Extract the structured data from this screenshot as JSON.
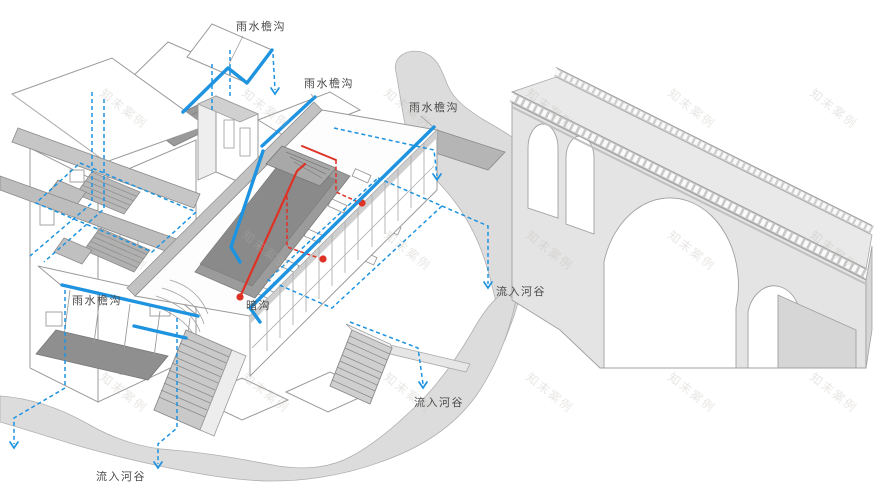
{
  "diagram": {
    "labels": {
      "gutter_top": "雨水檐沟",
      "gutter_upper": "雨水檐沟",
      "gutter_right": "雨水檐沟",
      "gutter_left": "雨水檐沟",
      "hidden_drain": "暗沟",
      "flow_valley_right": "流入河谷",
      "flow_valley_middle": "流入河谷",
      "flow_valley_bottom": "流入河谷"
    },
    "watermark": "知末案例",
    "colors": {
      "gutter_blue": "#1E93E0",
      "drain_red": "#DF3226",
      "label_text": "#4A4A4A",
      "line_gray": "#9A9A9A",
      "terrace_dark_gray": "#909090",
      "terrain_gray": "#DCDCDC",
      "bridge_gray": "#E4E4E4"
    }
  }
}
